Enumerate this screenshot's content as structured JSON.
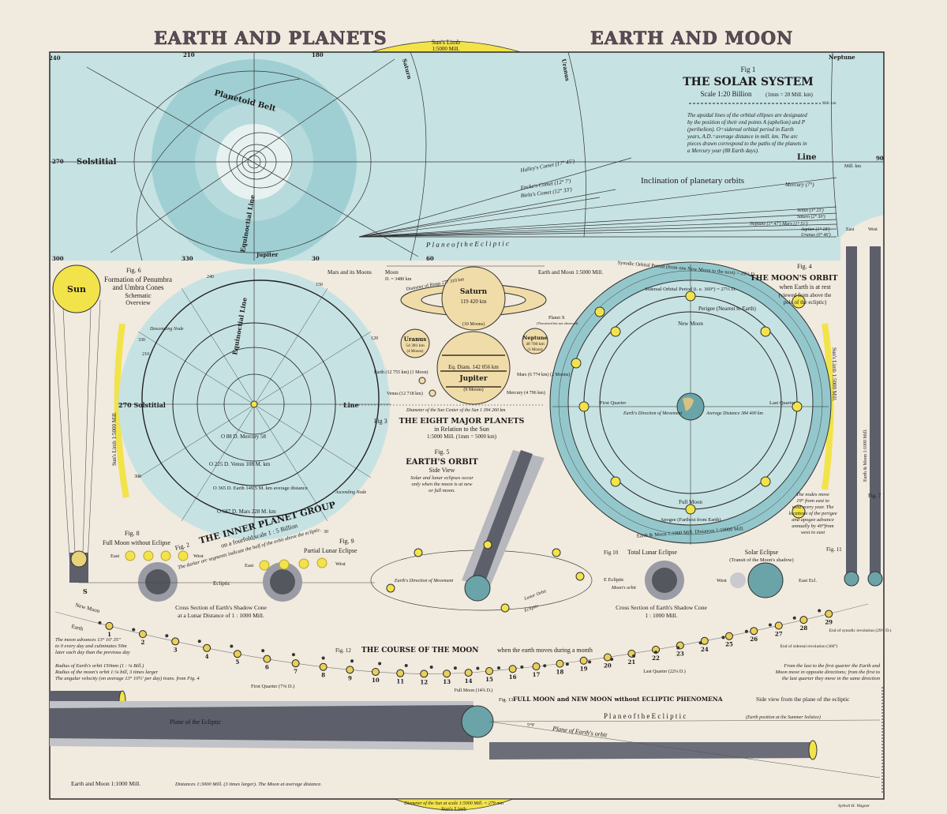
{
  "titles": {
    "left": "EARTH AND PLANETS",
    "right": "EARTH AND MOON"
  },
  "colors": {
    "paper": "#f1eadf",
    "sky": "#c7e2e3",
    "ring": "#94c7cb",
    "sun": "#f2e34a",
    "shadow": "#5d5f6b",
    "planet": "#f0dca8"
  },
  "sun_limb_top": {
    "label": "Sun's Limb",
    "scale": "1:5000 Mill."
  },
  "fig1": {
    "fig": "Fig 1",
    "title": "THE SOLAR SYSTEM",
    "scale": "Scale 1:20 Billion",
    "scale_note": "(1mm = 20 Mill. km)",
    "scale_unit": "Mill. km",
    "note": [
      "The apsidal lines of the orbital ellipses are designated",
      "by the position of their end points A (aphelion) and P",
      "(perihelion). O=sidereal orbital period in Earth",
      "years, A.D.=average distance in mill. km. The arc",
      "pieces drawn correspond to the paths of the planets in",
      "a Mercury year (88 Earth days)."
    ],
    "labels": {
      "solstitial": "Solstitial",
      "line": "Line",
      "planetoid_belt": "Planetoid Belt",
      "equinoctial": "Equinoctial Line",
      "inclination": "Inclination of planetary orbits",
      "plane": "P l a n e   o f   t h e   E c l i p t i c",
      "halley": "Halley's Comet (17° 45')",
      "encke": "Encke's Comet (12° 7')",
      "biela": "Biela's Comet (12° 33')",
      "mercury": "Mercury (7°)",
      "venus": "Venus (3° 23')",
      "saturn": "Saturn (2° 30')",
      "neptune": "Neptune (1° 47') Mars (1° 51')",
      "jupiter": "Jupiter (1° 18')",
      "uranus": "Uranus (0° 46')",
      "saturn_orbit": "Saturn",
      "uranus_orbit": "Uranus",
      "neptune_orbit": "Neptune",
      "jupiter_orbit": "Jupiter",
      "deg240": "240",
      "deg210": "210",
      "deg180": "180",
      "deg270": "270",
      "deg300": "300",
      "deg330": "330",
      "deg30": "30",
      "deg60": "60",
      "deg90": "90",
      "mill_km": "Mill. km"
    }
  },
  "fig2": {
    "fig": "Fig. 2",
    "title": "THE INNER PLANET GROUP",
    "subtitle": "on a fourfold scale  1 : 5 Billion",
    "note": "The darker arc segments indicate the half of the orbit above the ecliptic.",
    "solstitial": "270 Solstitial",
    "line": "Line",
    "equinoctial": "Equinoctial Line",
    "mercury": "O 88 D.  Mercury 58",
    "venus": "O 225 D.  Venus 108 M. km",
    "earth": "O 365 D.  Earth 149.5 M. km  average distance",
    "mars": "O 687 D.   Mars   228 M. km",
    "descending": "Descending Node",
    "ascending": "Ascending Node",
    "deg": [
      "330",
      "30",
      "300",
      "240",
      "210",
      "150",
      "120"
    ]
  },
  "fig3": {
    "fig": "Fig 3",
    "title": "THE EIGHT MAJOR PLANETS",
    "subtitle": "in Relation to the Sun",
    "scale": "1:5000 Mill. (1mm = 5000 km)",
    "saturn": {
      "name": "Saturn",
      "diam": "119 420 km",
      "moons": "(10 Moons)",
      "rings": "Diameter of Rings 277 310 km"
    },
    "jupiter": {
      "name": "Jupiter",
      "diam": "Eq. Diam. 142 056 km",
      "moons": "(9 Moons)"
    },
    "uranus": {
      "name": "Uranus",
      "diam": "54 381 km",
      "moons": "(4 Moons)"
    },
    "neptune": {
      "name": "Neptune",
      "diam": "48 760 km",
      "moons": "(1 Moon)"
    },
    "earth": "Earth (12 755 km) (1 Moon)",
    "venus": "Venus (12 718 km)",
    "mars": "Mars (6 774 km) (2 Moons)",
    "mercury": "Mercury (4 796 km)",
    "planet_x": "Planet X",
    "planet_x_note": "(Theorized but not observed)",
    "sun_axis": "Diameter of the Sun   Center of the Sun   1 394 260 km",
    "mars_moons": "Mars and its Moons",
    "moon": "Moon",
    "moon_diam": "D. = 3480 km",
    "earth_moon": "Earth and Moon 1:5000 Mill."
  },
  "fig4": {
    "fig": "Fig. 4",
    "title": "THE MOON'S ORBIT",
    "sub1": "when Earth is at rest",
    "sub2": "(viewed from above the",
    "sub3": "pole of the ecliptic)",
    "synodic": "Synodic Orbital Period (from one New Moon to the next) = 29½ D.",
    "sidereal": "Sidereal Orbital Period (i. e. 360°) = 27⅓ D.",
    "perigee": "Perigee (Nearest to Earth)",
    "apogee": "Apogee (Farthest from Earth)",
    "new_moon": "New Moon",
    "full_moon": "Full Moon",
    "first_quarter": "First Quarter",
    "last_quarter": "Last Quarter",
    "direction": "Earth's Direction of Movement",
    "avg_dist": "Average Distance 384 400 km",
    "scale": "Earth & Moon 1:1000 Mill.   Distances 1:10000 Mill.",
    "nodes": [
      "The nodes move",
      "19° from east to",
      "west every year. The",
      "locations of the perigee",
      "and apogee advance",
      "annually by 40°from",
      "west to east"
    ],
    "sun_limb": "Sun's Limb 1:5000 Mill."
  },
  "fig5": {
    "fig": "Fig. 5",
    "title": "EARTH'S ORBIT",
    "subtitle": "Side View",
    "note": [
      "Solar and lunar eclipses occur",
      "only when the moon is at new",
      "or full moon."
    ],
    "direction": "Earth's Direction of Movement",
    "lunar_orbit": "Lunar Orbit",
    "ecliptic": "Ecliptic"
  },
  "fig6": {
    "fig": "Fig. 6",
    "sun": "Sun",
    "title1": "Formation of Penumbra",
    "title2": "and Umbra Cones",
    "sub1": "Schematic",
    "sub2": "Overview",
    "sun_limb": "Sun's Limb 1:5000 Mill."
  },
  "fig7": {
    "fig": "Fig. 7",
    "east": "East",
    "west": "West",
    "scale": "Earth & Moon 1:1000 Mill."
  },
  "fig8": {
    "fig": "Fig. 8",
    "title": "Full Moon without Eclipse",
    "east": "East",
    "west": "West",
    "ecliptic": "Ecliptic",
    "caption1": "Cross Section of Earth's Shadow Cone",
    "caption2": "at a Lunar Distance of 1 : 1000 Mill."
  },
  "fig9": {
    "fig": "Fig. 9",
    "title": "Partial Lunar Eclipse",
    "east": "East",
    "west": "West"
  },
  "fig10": {
    "fig": "Fig 10",
    "title": "Total Lunar Eclipse",
    "ecliptic": "E  Ecliptic",
    "orbit": "Moon's orbit",
    "caption1": "Cross Section of Earth's Shadow Cone",
    "caption2": "1 : 1000 Mill."
  },
  "fig11": {
    "fig": "Fig. 11",
    "title": "Solar Eclipse",
    "sub": "(Transit of the Moon's shadow)",
    "west": "West",
    "east": "East  Ecl."
  },
  "fig12": {
    "fig": "Fig. 12",
    "title": "THE COURSE OF THE MOON",
    "title2": "when the earth moves during a month",
    "new_moon": "New Moon",
    "earth": "Earth",
    "first_quarter": "First Quarter (7⅜ D.)",
    "full_moon": "Full Moon (14¾ D.)",
    "last_quarter": "Last Quarter (22⅛ D.)",
    "sidereal": "End of sidereal revolution (360°)",
    "synodic": "End of synodic revolution (29½ D.)",
    "note_left": [
      "The moon advances 13° 10' 35\"",
      "to 0 every day and culminates 50m",
      "later each day than the previous day"
    ],
    "radius": [
      "Radius of Earth's orbit 150mm (1 : ⅛ Bill.)",
      "Radius of the moon's orbit 1:⅛ bill, 3 times larger",
      "The angular velocity (on average 13° 10½' per day) trans. from Fig. 4"
    ],
    "note_right": [
      "From the last to the first quarter the Earth and",
      "Moon move in opposite directions; from the first to",
      "the last quarter they move in the same direction"
    ],
    "days": [
      "1",
      "2",
      "3",
      "4",
      "5",
      "6",
      "7",
      "8",
      "9",
      "10",
      "11",
      "12",
      "13",
      "14",
      "15",
      "16",
      "17",
      "18",
      "19",
      "20",
      "21",
      "22",
      "23",
      "24",
      "25",
      "26",
      "27",
      "28",
      "29"
    ],
    "s": "S"
  },
  "fig13": {
    "fig": "Fig. 13",
    "title": "FULL MOON and NEW MOON without ECLIPTIC PHENOMENA",
    "title2": "Side view from the plane of the ecliptic",
    "plane": "Plane of the Ecliptic",
    "plane_right": "P l a n e   o f   t h e   E c l i p t i c",
    "position": "(Earth position at the Summer Solstice)",
    "earth_orbit": "Plane of Earth's orbit",
    "angle": "5°9'",
    "scale_left": "Earth and Moon 1:1000 Mill.",
    "distances": "Distances 1:3000 Mill. (3 times larger). The Moon at average distance."
  },
  "sun_limb_bottom": {
    "label": "Sun's Limb",
    "scale": "Diameter of the Sun at scale 1:5000 Mill. = 279 mm"
  },
  "credit": "Sytholt H. Wagner"
}
